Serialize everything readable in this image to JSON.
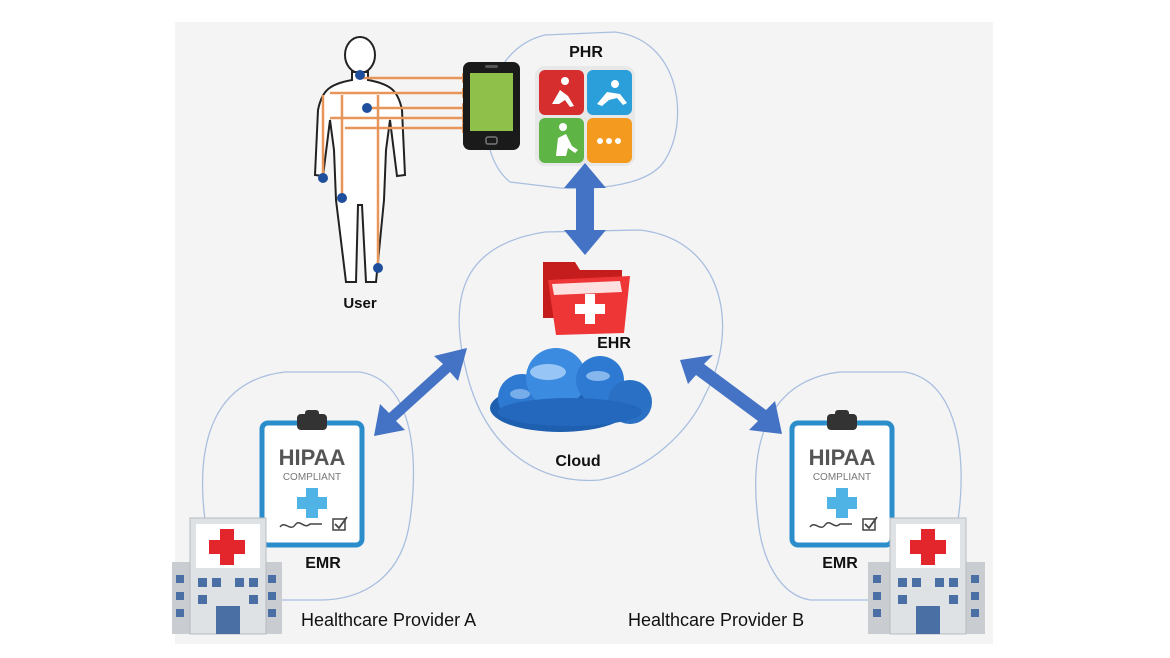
{
  "labels": {
    "user": "User",
    "phr": "PHR",
    "ehr": "EHR",
    "cloud": "Cloud",
    "emr_a": "EMR",
    "emr_b": "EMR",
    "provider_a": "Healthcare Provider A",
    "provider_b": "Healthcare Provider B"
  },
  "clipboard": {
    "line1": "HIPAA",
    "line2": "COMPLIANT"
  },
  "colors": {
    "arrow": "#4472c4",
    "bubble_border": "#a9bfe0",
    "sensor_line": "#e8955a",
    "clipboard_border": "#2b8ecb",
    "hospital_cross": "#e3262b",
    "folder": "#e02a2a",
    "cloud": "#2f7fd1"
  }
}
